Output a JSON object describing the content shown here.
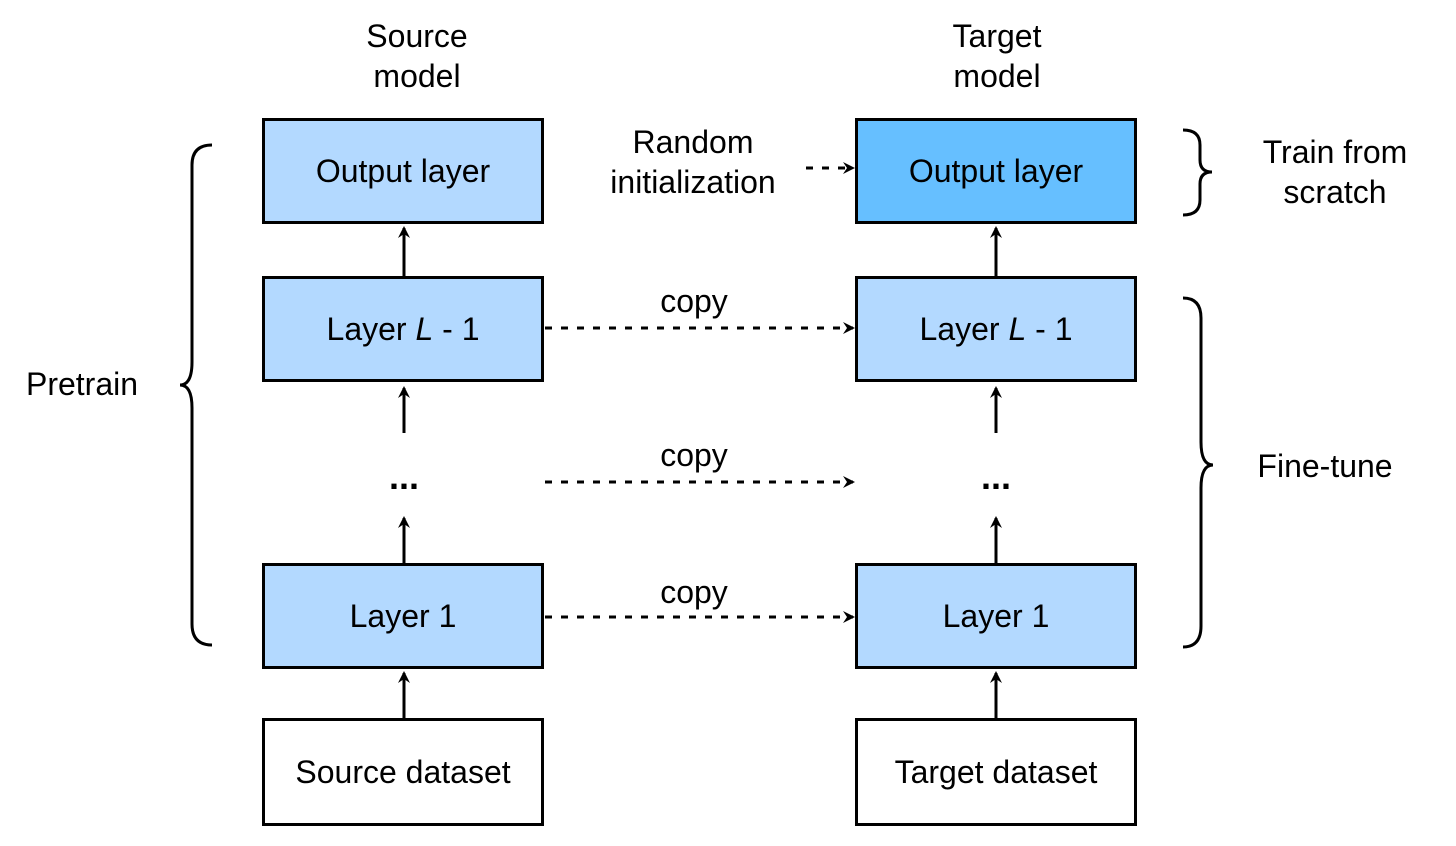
{
  "source_column": {
    "header_line1": "Source",
    "header_line2": "model",
    "output_layer": "Output layer",
    "layer_l_minus_1": {
      "prefix": "Layer ",
      "var": "L",
      "suffix": " - 1"
    },
    "ellipsis": "...",
    "layer_1": "Layer 1",
    "dataset": "Source dataset"
  },
  "target_column": {
    "header_line1": "Target",
    "header_line2": "model",
    "output_layer": "Output layer",
    "layer_l_minus_1": {
      "prefix": "Layer ",
      "var": "L",
      "suffix": " - 1"
    },
    "ellipsis": "...",
    "layer_1": "Layer 1",
    "dataset": "Target dataset"
  },
  "connections": {
    "random_init_line1": "Random",
    "random_init_line2": "initialization",
    "copy_top": "copy",
    "copy_middle": "copy",
    "copy_bottom": "copy"
  },
  "brackets": {
    "pretrain": "Pretrain",
    "train_from_scratch_line1": "Train from",
    "train_from_scratch_line2": "scratch",
    "fine_tune": "Fine-tune"
  },
  "colors": {
    "layer_fill": "#b3d9ff",
    "output_new_fill": "#66bfff",
    "dataset_fill": "#ffffff",
    "stroke": "#000000"
  }
}
